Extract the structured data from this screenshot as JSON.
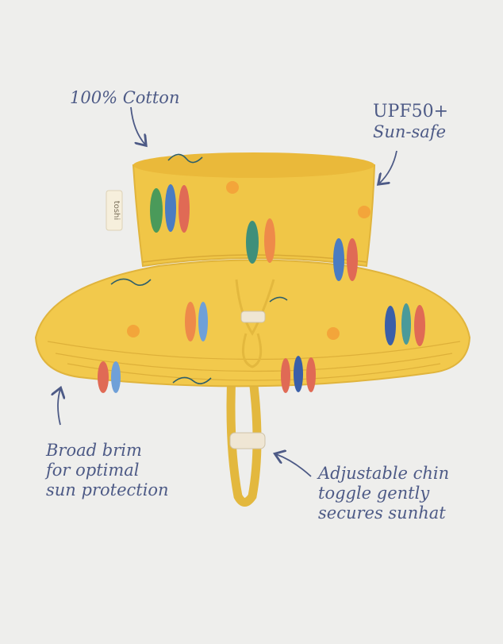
{
  "callouts": {
    "cotton": "100% Cotton",
    "upf_title": "UPF50+",
    "upf_sub": "Sun-safe",
    "brim_lines": [
      "Broad brim",
      "for optimal",
      "sun protection"
    ],
    "chin_lines": [
      "Adjustable chin",
      "toggle gently",
      "secures sunhat"
    ]
  },
  "brand_label": "toshi",
  "colors": {
    "background": "#eeeeec",
    "hat": "#f2c94c",
    "callout_text": "#4d5a86"
  },
  "icons": [
    "arrow-icon",
    "surfboard-icon",
    "sun-icon",
    "wave-icon",
    "toggle-icon"
  ]
}
